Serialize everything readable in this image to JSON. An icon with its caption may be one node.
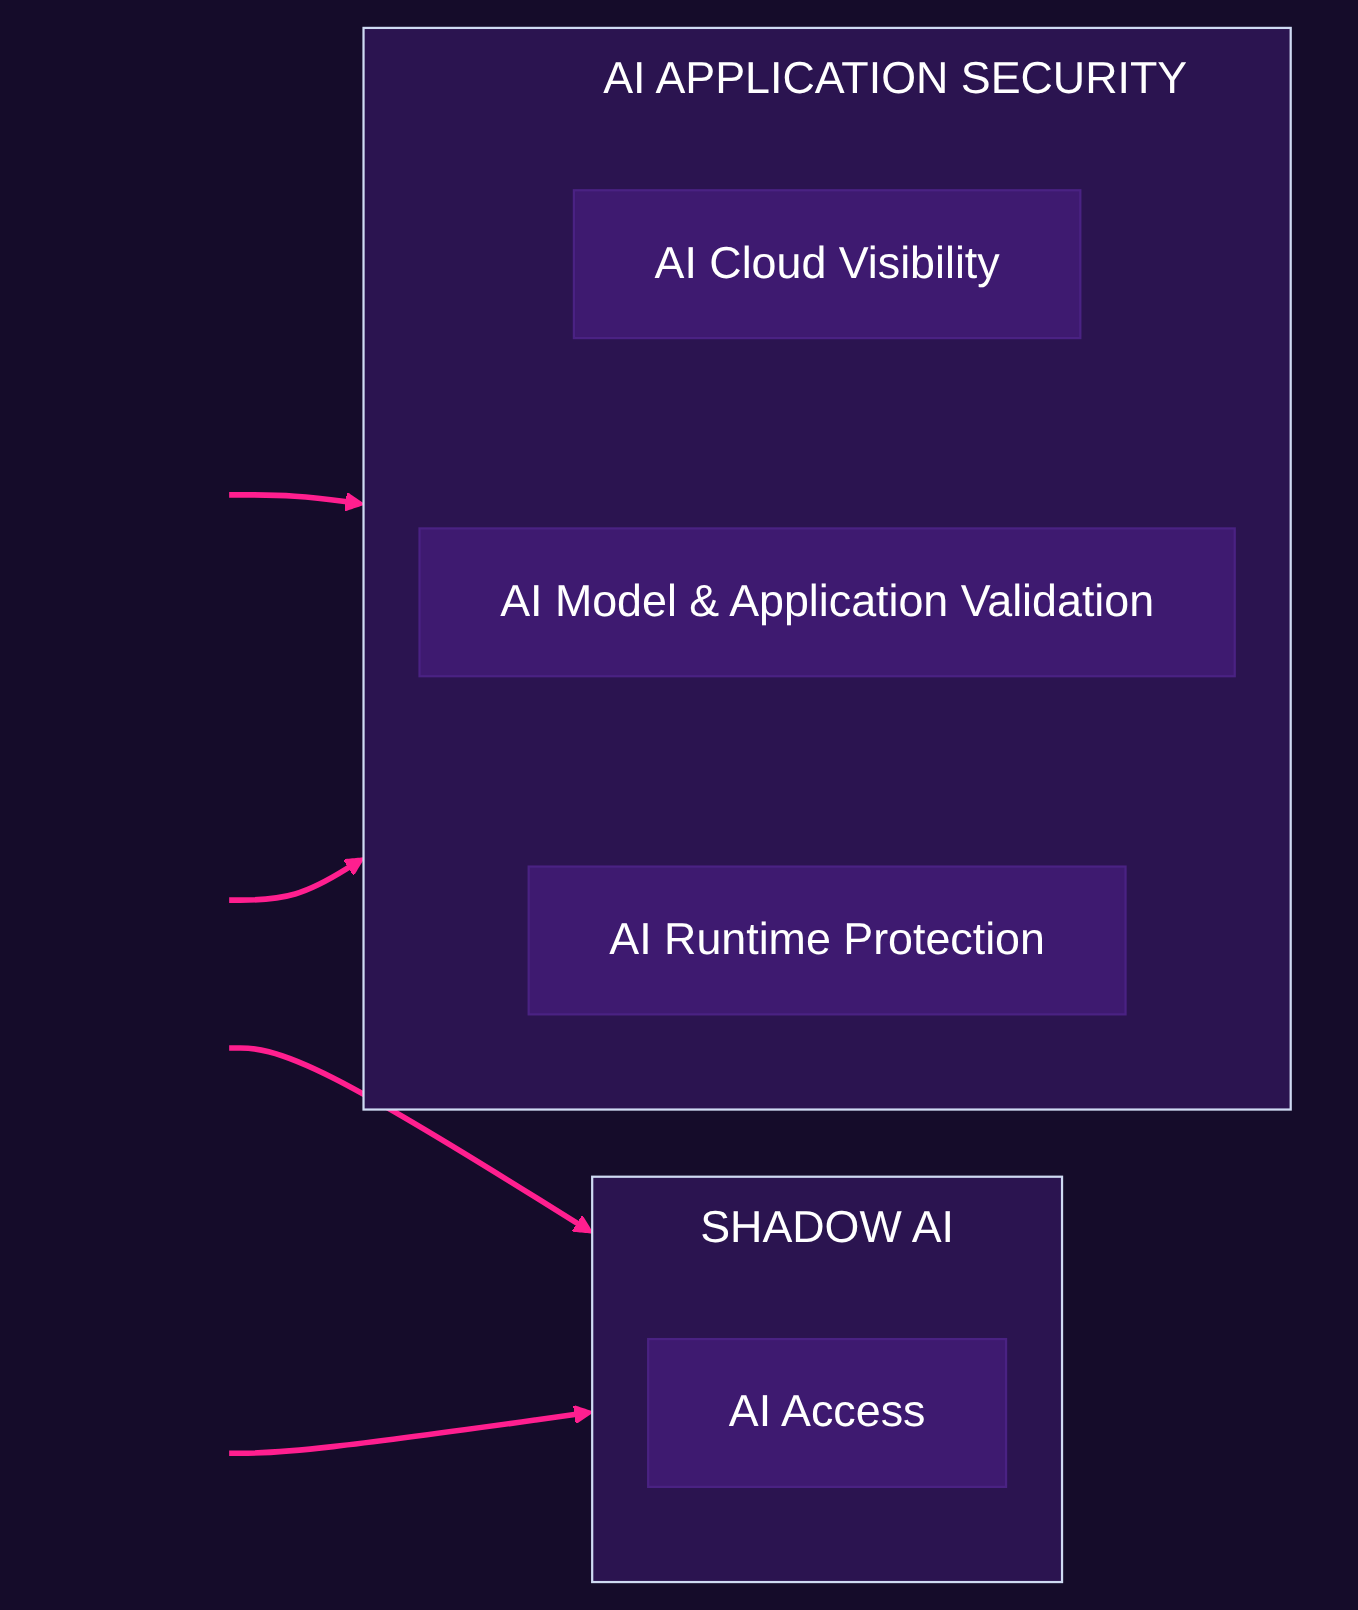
{
  "diagram": {
    "nodes": [
      {
        "text": [
          "AI APPLICATION SECURITY"
        ]
      },
      {
        "text": [
          "AI Cloud Visibility"
        ],
        "in": 0
      },
      {
        "text": [
          "AI Model & Application Validation"
        ],
        "in": 0
      },
      {
        "text": [
          "AI Runtime Protection"
        ],
        "in": 0
      },
      {
        "text": [
          "SHADOW AI"
        ]
      },
      {
        "text": [
          "AI Access"
        ],
        "in": 4
      }
    ],
    "edges": [
      {
        "from": null,
        "to": 0,
        "arrow": "to"
      },
      {
        "from": null,
        "to": 0,
        "arrow": "to"
      },
      {
        "from": null,
        "to": 4,
        "arrow": "to"
      },
      {
        "from": null,
        "to": 4,
        "arrow": "to"
      }
    ]
  }
}
